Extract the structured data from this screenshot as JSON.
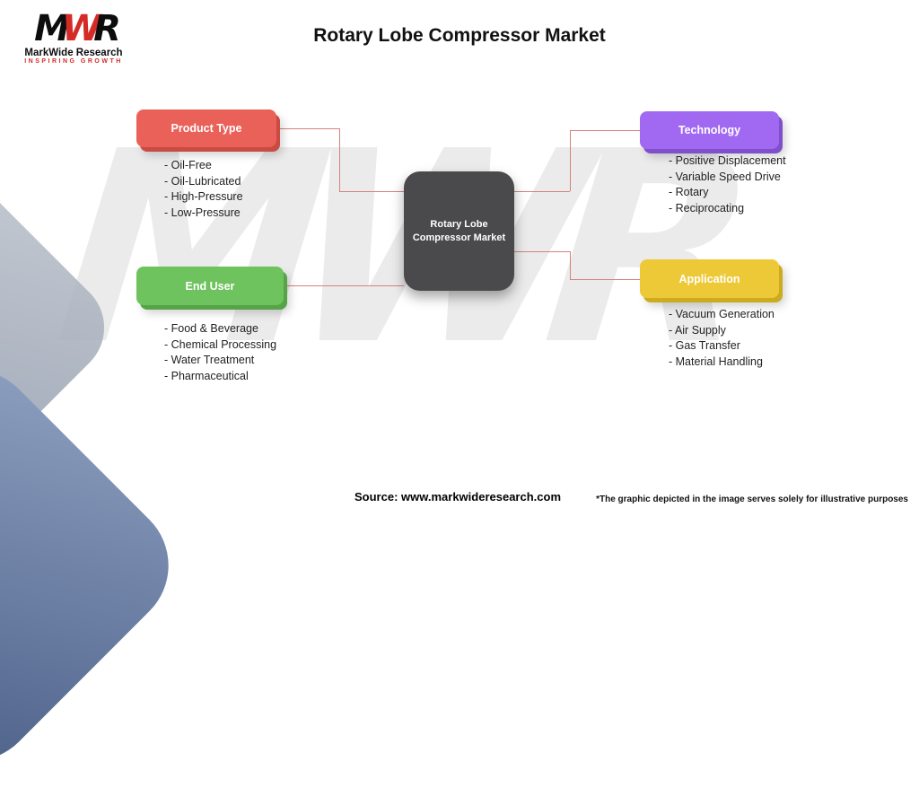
{
  "page": {
    "title": "Rotary Lobe Compressor Market",
    "watermark": "MWR",
    "source_text": "Source: www.markwideresearch.com",
    "disclaimer": "*The graphic depicted in the image serves solely for illustrative purposes"
  },
  "logo": {
    "letter_m": "M",
    "letter_w": "W",
    "letter_r": "R",
    "name": "MarkWide Research",
    "tagline": "Inspiring Growth",
    "accent_color": "#d52b27"
  },
  "diagram": {
    "center": {
      "label_line1": "Rotary Lobe",
      "label_line2": "Compressor Market",
      "color": "#4a4a4c"
    },
    "connector_color": "#d4837d",
    "product_type": {
      "label": "Product Type",
      "color": "#ea6159",
      "items": [
        "- Oil-Free",
        "- Oil-Lubricated",
        "- High-Pressure",
        "- Low-Pressure"
      ]
    },
    "technology": {
      "label": "Technology",
      "color": "#a169f2",
      "items": [
        "- Positive Displacement",
        "- Variable Speed Drive",
        "- Rotary",
        "- Reciprocating"
      ]
    },
    "end_user": {
      "label": "End User",
      "color": "#6fc35e",
      "items": [
        "- Food & Beverage",
        "- Chemical Processing",
        "- Water Treatment",
        "- Pharmaceutical"
      ]
    },
    "application": {
      "label": "Application",
      "color": "#edc938",
      "items": [
        "- Vacuum Generation",
        "- Air Supply",
        "- Gas Transfer",
        "- Material Handling"
      ]
    }
  }
}
